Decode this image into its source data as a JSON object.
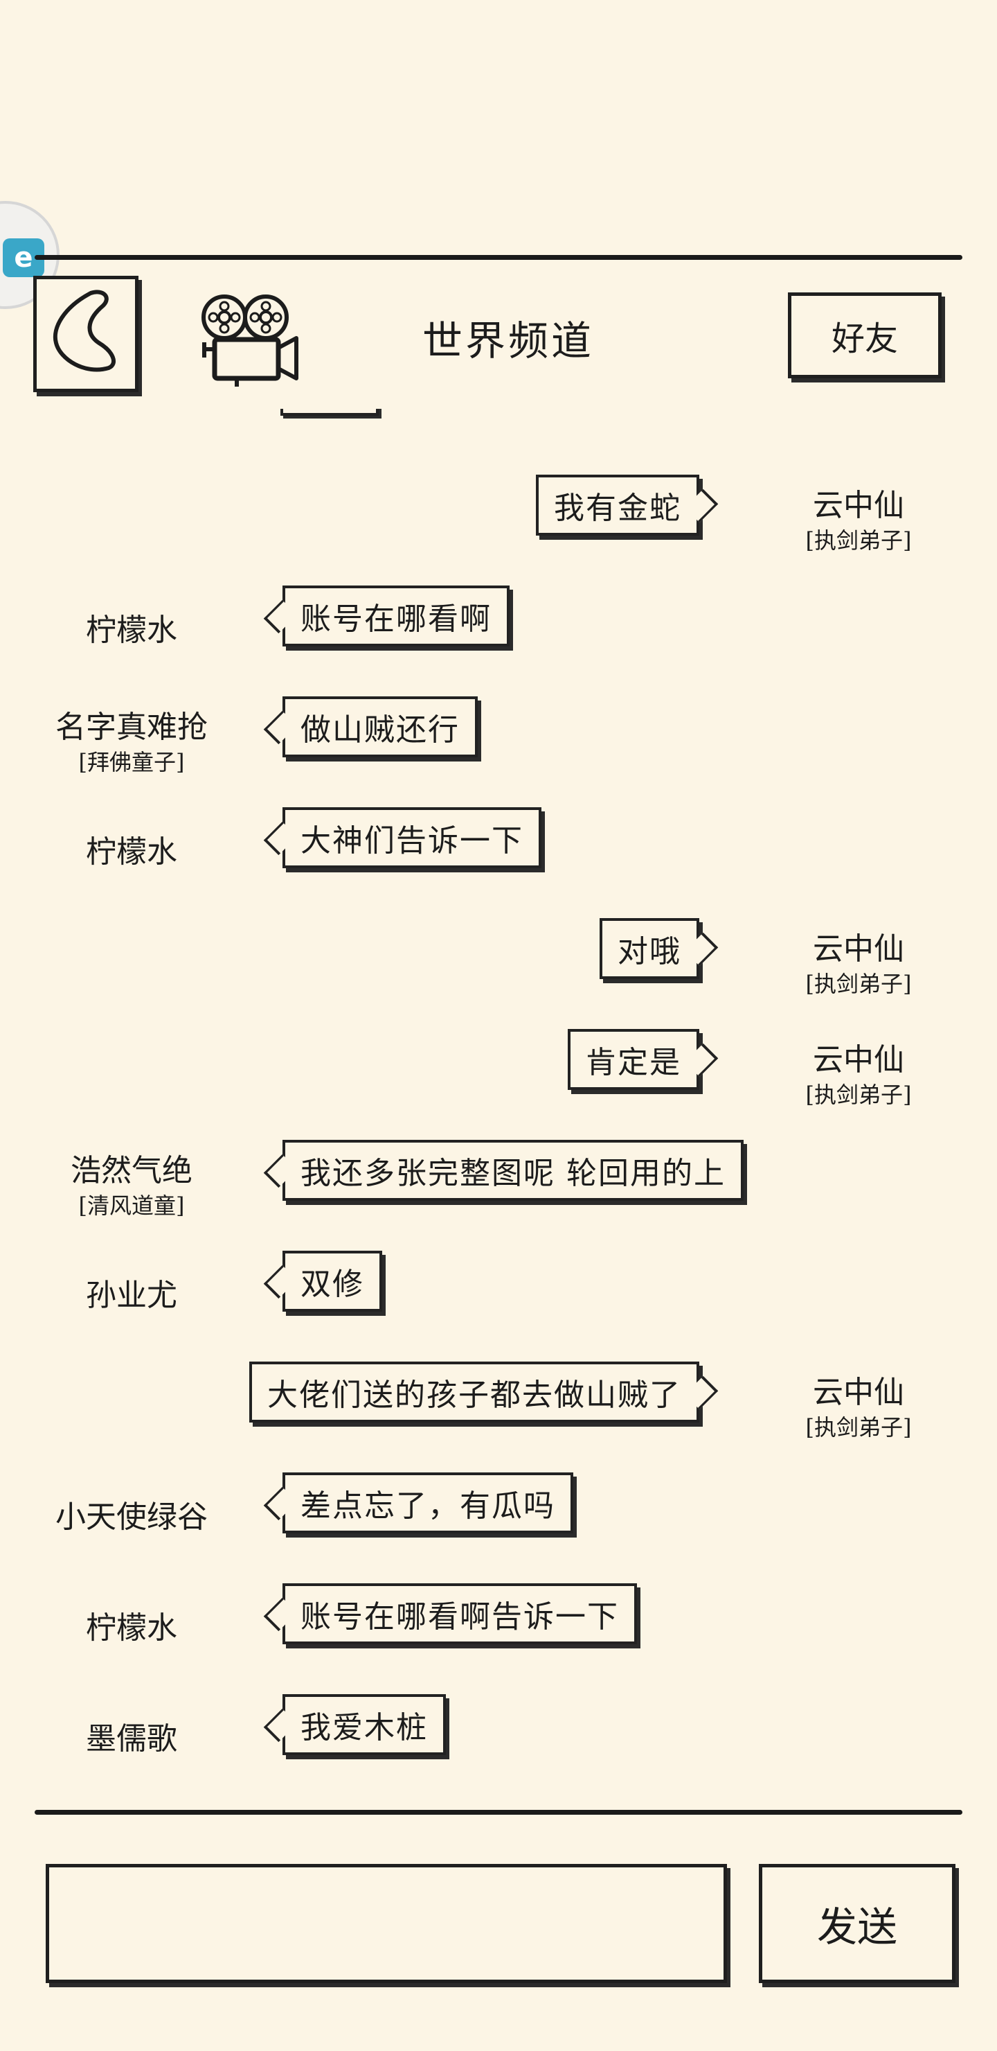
{
  "header": {
    "title": "世界频道",
    "friends_label": "好友",
    "icons": {
      "back": "back-chevron-icon",
      "video": "movie-camera-icon",
      "assist": "floating-assist-icon"
    }
  },
  "messages": [
    {
      "side": "right",
      "text": "我有金蛇",
      "name": "云中仙",
      "rank": "[执剑弟子]"
    },
    {
      "side": "left",
      "text": "账号在哪看啊",
      "name": "柠檬水",
      "rank": ""
    },
    {
      "side": "left",
      "text": "做山贼还行",
      "name": "名字真难抢",
      "rank": "[拜佛童子]"
    },
    {
      "side": "left",
      "text": "大神们告诉一下",
      "name": "柠檬水",
      "rank": ""
    },
    {
      "side": "right",
      "text": "对哦",
      "name": "云中仙",
      "rank": "[执剑弟子]"
    },
    {
      "side": "right",
      "text": "肯定是",
      "name": "云中仙",
      "rank": "[执剑弟子]"
    },
    {
      "side": "left",
      "text": "我还多张完整图呢 轮回用的上",
      "name": "浩然气绝",
      "rank": "[清风道童]"
    },
    {
      "side": "left",
      "text": "双修",
      "name": "孙业尤",
      "rank": ""
    },
    {
      "side": "right",
      "text": "大佬们送的孩子都去做山贼了",
      "name": "云中仙",
      "rank": "[执剑弟子]"
    },
    {
      "side": "left",
      "text": "差点忘了，有瓜吗",
      "name": "小天使绿谷",
      "rank": ""
    },
    {
      "side": "left",
      "text": "账号在哪看啊告诉一下",
      "name": "柠檬水",
      "rank": ""
    },
    {
      "side": "left",
      "text": "我爱木桩",
      "name": "墨儒歌",
      "rank": ""
    }
  ],
  "composer": {
    "input_value": "",
    "send_label": "发送"
  }
}
